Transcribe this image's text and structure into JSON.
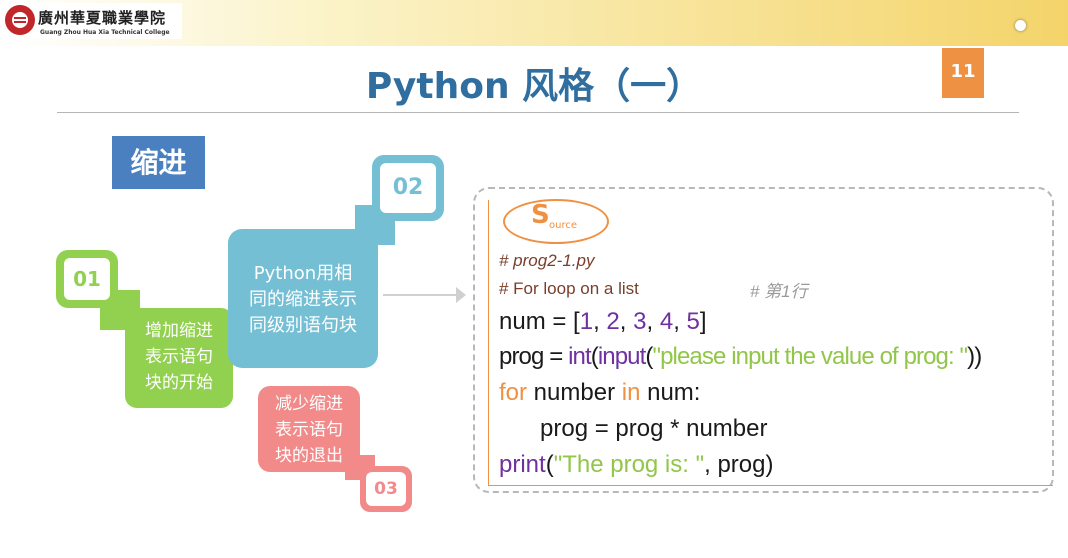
{
  "header": {
    "logo_cn": "廣州華夏職業學院",
    "logo_en": "Guang Zhou Hua Xia Technical College"
  },
  "title": "Python 风格（一）",
  "page_number": "11",
  "heading": "缩进",
  "points": [
    {
      "number": "01",
      "text": [
        "增加缩进",
        "表示语句",
        "块的开始"
      ],
      "color": "#92d050"
    },
    {
      "number": "02",
      "text": [
        "Python用相",
        "同的缩进表示",
        "同级别语句块"
      ],
      "color": "#75bfd4"
    },
    {
      "number": "03",
      "text": [
        "减少缩进",
        "表示语句",
        "块的退出"
      ],
      "color": "#f28a8a"
    }
  ],
  "source_badge": {
    "letter": "S",
    "rest": "ource"
  },
  "code": {
    "comment1": "# prog2-1.py",
    "comment2": "# For loop on a list",
    "comment3": "# 第1行",
    "line1": {
      "var": "num = [",
      "n1": "1",
      "n2": "2",
      "n3": "3",
      "n4": "4",
      "n5": "5",
      "sep": ", ",
      "end": "]"
    },
    "line2": {
      "lhs": "prog = ",
      "f1": "int",
      "open1": "(",
      "f2": "input",
      "open2": "(",
      "str": "\"please input the value of prog: \"",
      "close": "))"
    },
    "line3": {
      "kw1": "for",
      "mid": " number ",
      "kw2": "in",
      "end": " num:"
    },
    "line4": "prog = prog * number",
    "line5": {
      "fn": "print",
      "open": "(",
      "str": "\"The prog is: \"",
      "end": ", prog)"
    }
  }
}
